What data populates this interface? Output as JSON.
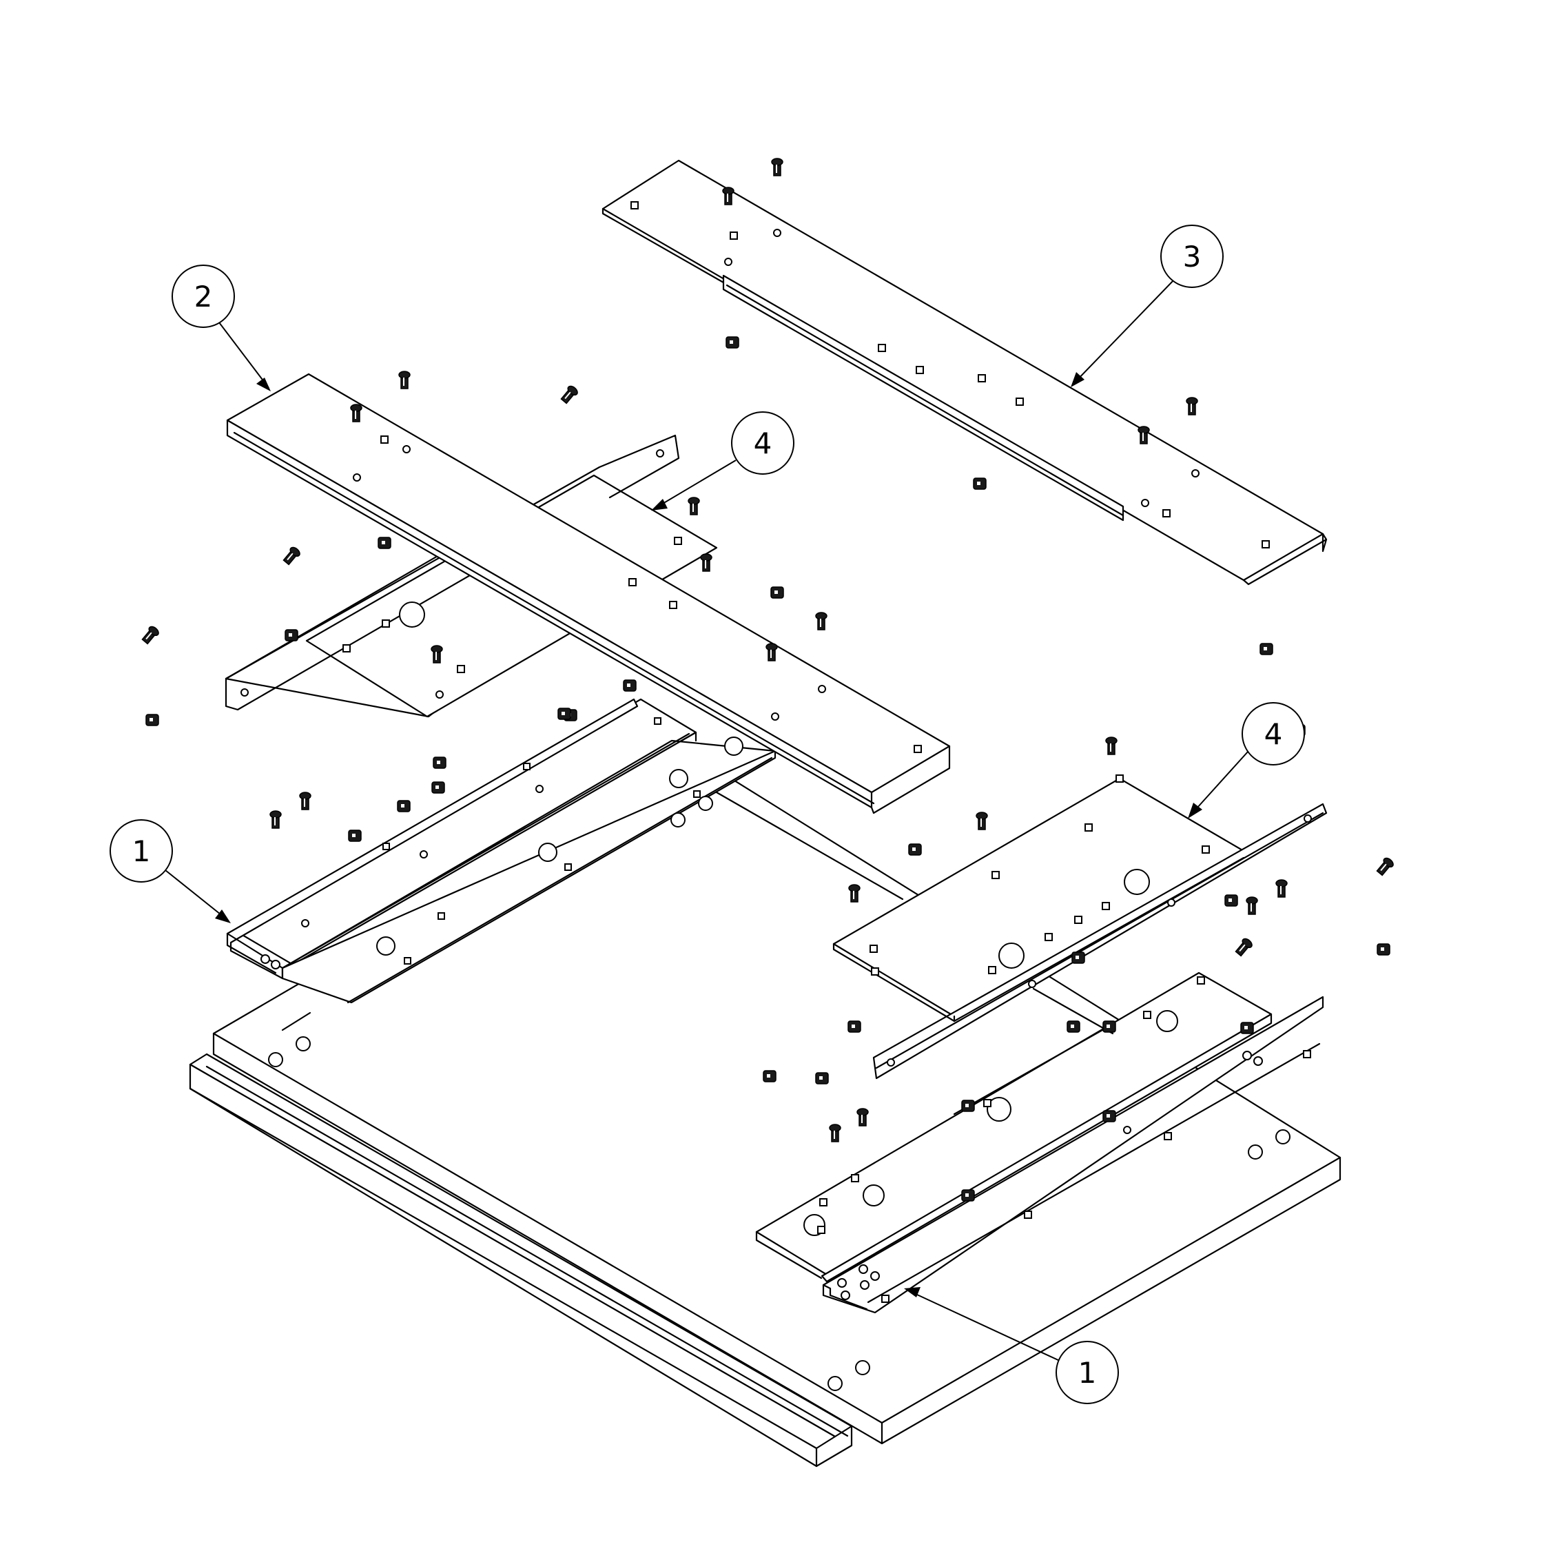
{
  "balloons": [
    {
      "id": "balloon-1-left",
      "label": "1"
    },
    {
      "id": "balloon-2",
      "label": "2"
    },
    {
      "id": "balloon-3",
      "label": "3"
    },
    {
      "id": "balloon-4-top",
      "label": "4"
    },
    {
      "id": "balloon-4-right",
      "label": "4"
    },
    {
      "id": "balloon-1-bottom",
      "label": "1"
    }
  ]
}
